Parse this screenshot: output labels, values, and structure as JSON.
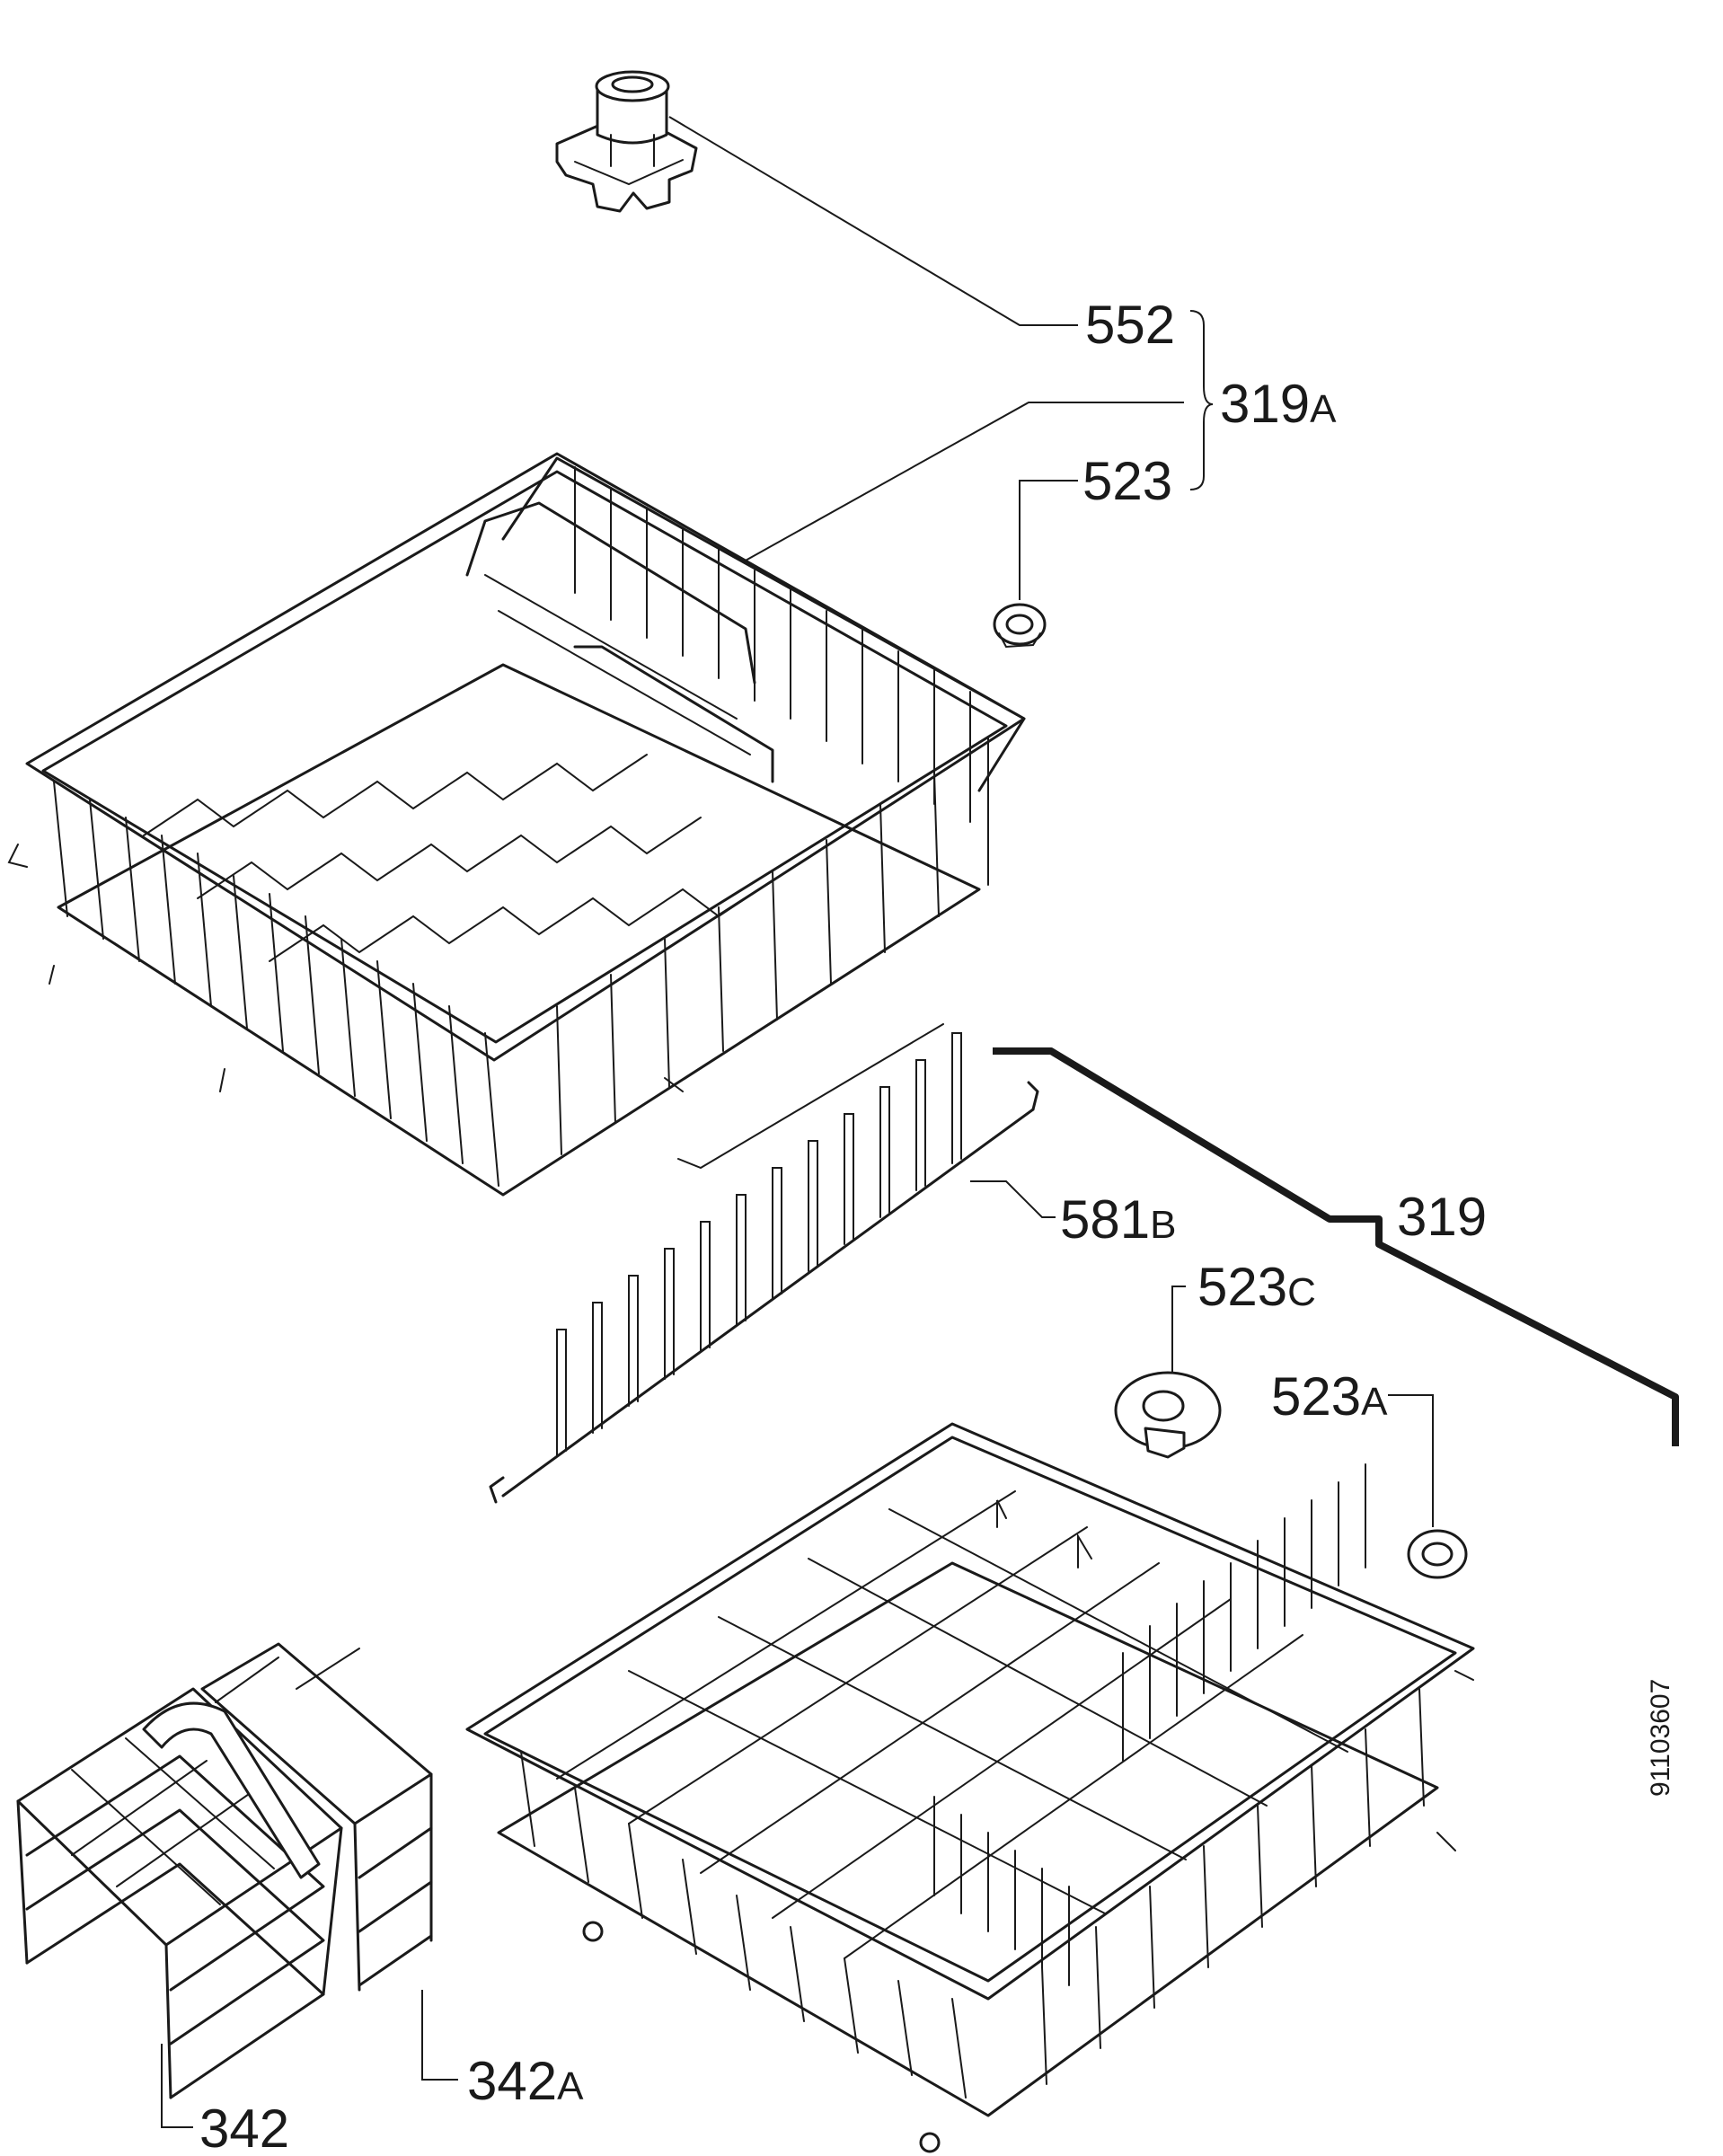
{
  "callouts": {
    "c552": "552",
    "c319A_num": "319",
    "c319A_suf": "A",
    "c523": "523",
    "c581B_num": "581",
    "c581B_suf": "B",
    "c319": "319",
    "c523C_num": "523",
    "c523C_suf": "C",
    "c523A_num": "523",
    "c523A_suf": "A",
    "c342A_num": "342",
    "c342A_suf": "A",
    "c342": "342"
  },
  "document_number": "91103607"
}
